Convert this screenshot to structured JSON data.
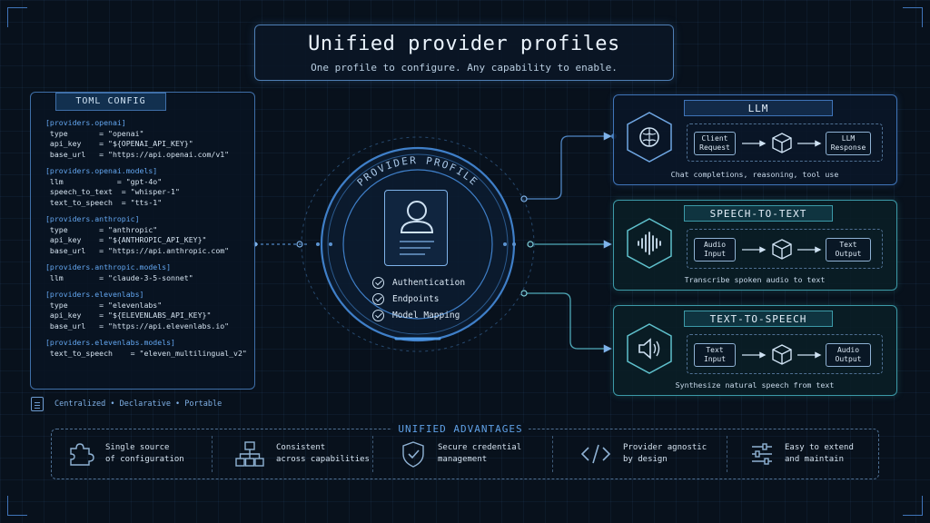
{
  "header": {
    "title": "Unified provider profiles",
    "subtitle": "One profile to configure. Any capability to enable."
  },
  "toml": {
    "tab_label": "TOML CONFIG",
    "lines": [
      {
        "text": "[providers.openai]",
        "kind": "section"
      },
      {
        "text": "type       = \"openai\"",
        "kind": "kv"
      },
      {
        "text": "api_key    = \"${OPENAI_API_KEY}\"",
        "kind": "kv"
      },
      {
        "text": "base_url   = \"https://api.openai.com/v1\"",
        "kind": "kv"
      },
      {
        "text": "",
        "kind": "gap"
      },
      {
        "text": "[providers.openai.models]",
        "kind": "section"
      },
      {
        "text": "llm            = \"gpt-4o\"",
        "kind": "kv"
      },
      {
        "text": "speech_to_text  = \"whisper-1\"",
        "kind": "kv"
      },
      {
        "text": "text_to_speech  = \"tts-1\"",
        "kind": "kv"
      },
      {
        "text": "",
        "kind": "gap"
      },
      {
        "text": "[providers.anthropic]",
        "kind": "section"
      },
      {
        "text": "type       = \"anthropic\"",
        "kind": "kv"
      },
      {
        "text": "api_key    = \"${ANTHROPIC_API_KEY}\"",
        "kind": "kv"
      },
      {
        "text": "base_url   = \"https://api.anthropic.com\"",
        "kind": "kv"
      },
      {
        "text": "",
        "kind": "gap"
      },
      {
        "text": "[providers.anthropic.models]",
        "kind": "section"
      },
      {
        "text": "llm        = \"claude-3-5-sonnet\"",
        "kind": "kv"
      },
      {
        "text": "",
        "kind": "gap"
      },
      {
        "text": "[providers.elevenlabs]",
        "kind": "section"
      },
      {
        "text": "type       = \"elevenlabs\"",
        "kind": "kv"
      },
      {
        "text": "api_key    = \"${ELEVENLABS_API_KEY}\"",
        "kind": "kv"
      },
      {
        "text": "base_url   = \"https://api.elevenlabs.io\"",
        "kind": "kv"
      },
      {
        "text": "",
        "kind": "gap"
      },
      {
        "text": "[providers.elevenlabs.models]",
        "kind": "section"
      },
      {
        "text": "text_to_speech    = \"eleven_multilingual_v2\"",
        "kind": "kv"
      }
    ],
    "footer": "Centralized • Declarative • Portable"
  },
  "profile": {
    "label": "PROVIDER PROFILE",
    "features": [
      "Authentication",
      "Endpoints",
      "Model Mapping"
    ]
  },
  "capabilities": {
    "llm": {
      "title": "LLM",
      "input": "Client\nRequest",
      "output": "LLM\nResponse",
      "caption": "Chat completions, reasoning, tool use"
    },
    "stt": {
      "title": "SPEECH-TO-TEXT",
      "input": "Audio\nInput",
      "output": "Text\nOutput",
      "caption": "Transcribe spoken audio to text"
    },
    "tts": {
      "title": "TEXT-TO-SPEECH",
      "input": "Text\nInput",
      "output": "Audio\nOutput",
      "caption": "Synthesize natural speech from text"
    }
  },
  "advantages": {
    "header": "UNIFIED ADVANTAGES",
    "items": [
      {
        "icon": "puzzle-icon",
        "text": "Single source\nof configuration"
      },
      {
        "icon": "hierarchy-icon",
        "text": "Consistent\nacross capabilities"
      },
      {
        "icon": "shield-check-icon",
        "text": "Secure credential\nmanagement"
      },
      {
        "icon": "code-icon",
        "text": "Provider agnostic\nby design"
      },
      {
        "icon": "sliders-icon",
        "text": "Easy to extend\nand maintain"
      }
    ]
  },
  "colors": {
    "background": "#08111c",
    "accent_blue": "#3f74b8",
    "accent_teal": "#3c9aa8",
    "section_text": "#63a6f0"
  }
}
